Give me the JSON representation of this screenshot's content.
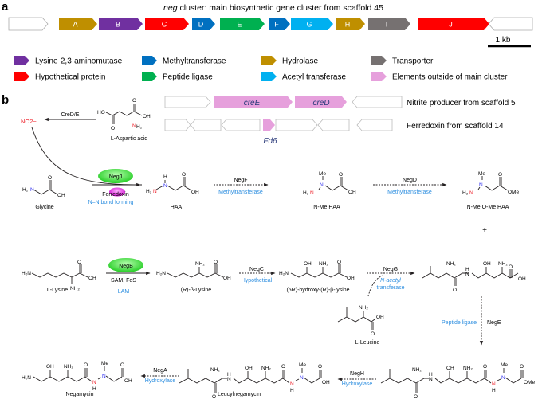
{
  "panel_a": {
    "label": "a",
    "title_italic": "neg",
    "title_rest": " cluster: main biosynthetic gene cluster from scaffold 45",
    "genes": [
      {
        "name": "",
        "color": "#ffffff",
        "dir": "right"
      },
      {
        "name": "A",
        "color": "#bf8f00",
        "dir": "right"
      },
      {
        "name": "B",
        "color": "#7030a0",
        "dir": "right"
      },
      {
        "name": "C",
        "color": "#ff0000",
        "dir": "right"
      },
      {
        "name": "D",
        "color": "#0070c0",
        "dir": "right"
      },
      {
        "name": "E",
        "color": "#00b050",
        "dir": "right"
      },
      {
        "name": "F",
        "color": "#0070c0",
        "dir": "right"
      },
      {
        "name": "G",
        "color": "#00b0f0",
        "dir": "right"
      },
      {
        "name": "H",
        "color": "#bf8f00",
        "dir": "right"
      },
      {
        "name": "I",
        "color": "#767171",
        "dir": "right"
      },
      {
        "name": "J",
        "color": "#ff0000",
        "dir": "right"
      },
      {
        "name": "",
        "color": "#ffffff",
        "dir": "left"
      }
    ],
    "scale_bar": "1 kb",
    "legend": [
      {
        "label": "Lysine-2,3-aminomutase",
        "color": "#7030a0"
      },
      {
        "label": "Methyltransferase",
        "color": "#0070c0"
      },
      {
        "label": "Hydrolase",
        "color": "#bf8f00"
      },
      {
        "label": "Transporter",
        "color": "#767171"
      },
      {
        "label": "Hypothetical protein",
        "color": "#ff0000"
      },
      {
        "label": "Peptide ligase",
        "color": "#00b050"
      },
      {
        "label": "Acetyl transferase",
        "color": "#00b0f0"
      },
      {
        "label": "Elements outside of main cluster",
        "color": "#e6a0dc"
      }
    ]
  },
  "panel_b": {
    "label": "b",
    "scaffolds": [
      {
        "label": "Nitrite producer from scaffold 5",
        "genes": [
          "",
          "creE",
          "creD",
          ""
        ]
      },
      {
        "label": "Ferredoxin from scaffold 14",
        "highlight_gene": "Fd6"
      }
    ],
    "nitrite": "NO2−",
    "enzymes": {
      "creDE": "CreD/E",
      "negJ": "NegJ",
      "ferredoxin": "Ferredoxin",
      "nn_bond": "N–N bond forming",
      "negF": "NegF",
      "negF_role": "Methyltransferase",
      "negD": "NegD",
      "negD_role": "Methyltransferase",
      "negB": "NegB",
      "negB_cofactors": "SAM, FeS",
      "negB_role": "LAM",
      "negC": "NegC",
      "negC_role": "Hypothetical",
      "negG": "NegG",
      "negG_role_1": "N-acetyl",
      "negG_role_2": "transferase",
      "negE": "NegE",
      "negE_role": "Peptide ligase",
      "negH": "NegH",
      "negH_role": "Hydroxylase",
      "negA": "NegA",
      "negA_role": "Hydroxylase"
    },
    "compounds": {
      "asp": "L-Aspartic acid",
      "gly": "Glycine",
      "haa": "HAA",
      "nme_haa": "N-Me HAA",
      "nme_ome_haa": "N-Me O-Me HAA",
      "lys": "L-Lysine",
      "blys": "(R)-β-Lysine",
      "hblys": "(5R)-hydroxy-(R)-β-lysine",
      "leu": "L-Leucine",
      "leucylnegamycin": "Leucylnegamycin",
      "negamycin": "Negamycin"
    },
    "plus": "+",
    "colors": {
      "enzyme_role": "#2e8fe0",
      "nitrogen_red": "#ee1c25",
      "nitrogen_blue": "#2c2cf0",
      "enzyme_green": "#22cc22",
      "ferredoxin_magenta": "#e020e0"
    }
  }
}
